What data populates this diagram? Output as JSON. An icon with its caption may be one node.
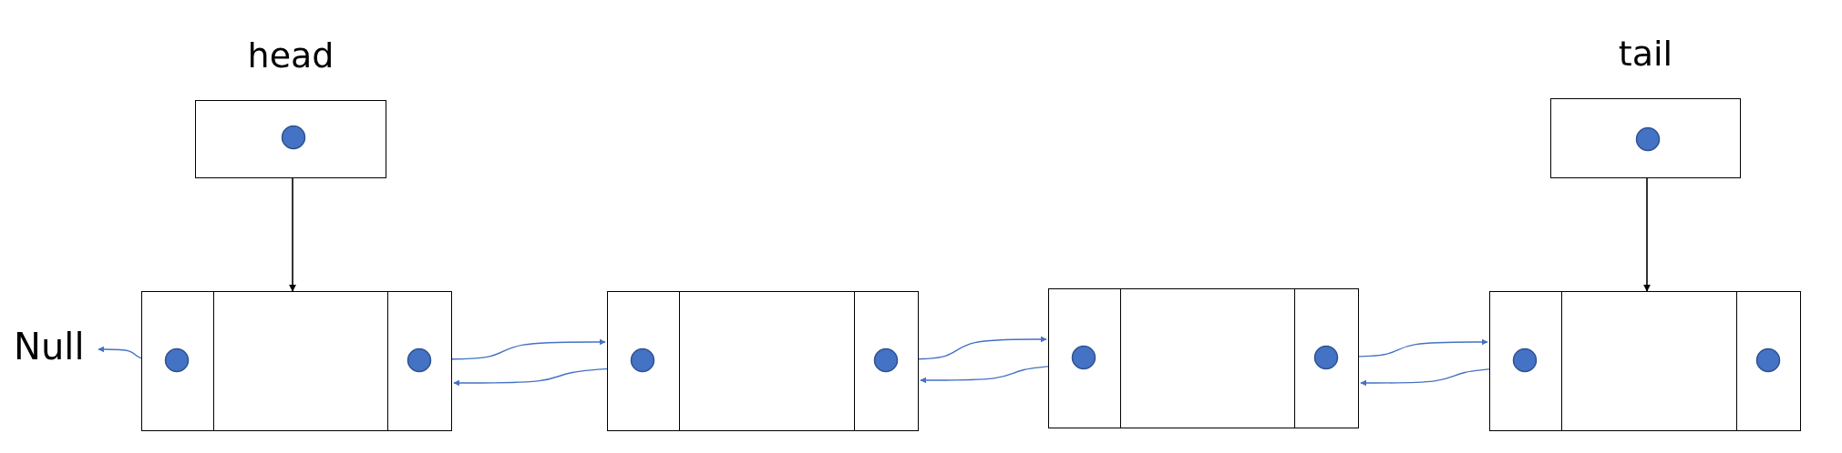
{
  "diagram": {
    "nodes": [
      {
        "text": [
          "head"
        ]
      },
      {
        "text": [
          "tail"
        ]
      },
      {
        "text": [
          "Null"
        ]
      },
      {
        "text": [],
        "shape": "box"
      },
      {
        "text": [],
        "shape": "box"
      },
      {
        "text": [],
        "shape": "box"
      },
      {
        "text": [],
        "shape": "box"
      }
    ],
    "edges": [
      {
        "from": 0,
        "to": 3,
        "arrow": "to",
        "color": "#000000"
      },
      {
        "from": 1,
        "to": 6,
        "arrow": "to",
        "color": "#000000"
      },
      {
        "from": 3,
        "to": 2,
        "arrow": "to"
      },
      {
        "from": 3,
        "to": 4,
        "arrow": "to"
      },
      {
        "from": 4,
        "to": 3,
        "arrow": "to"
      },
      {
        "from": 4,
        "to": 5,
        "arrow": "to"
      },
      {
        "from": 5,
        "to": 4,
        "arrow": "to"
      },
      {
        "from": 5,
        "to": 6,
        "arrow": "to"
      },
      {
        "from": 6,
        "to": 5,
        "arrow": "to"
      }
    ]
  }
}
